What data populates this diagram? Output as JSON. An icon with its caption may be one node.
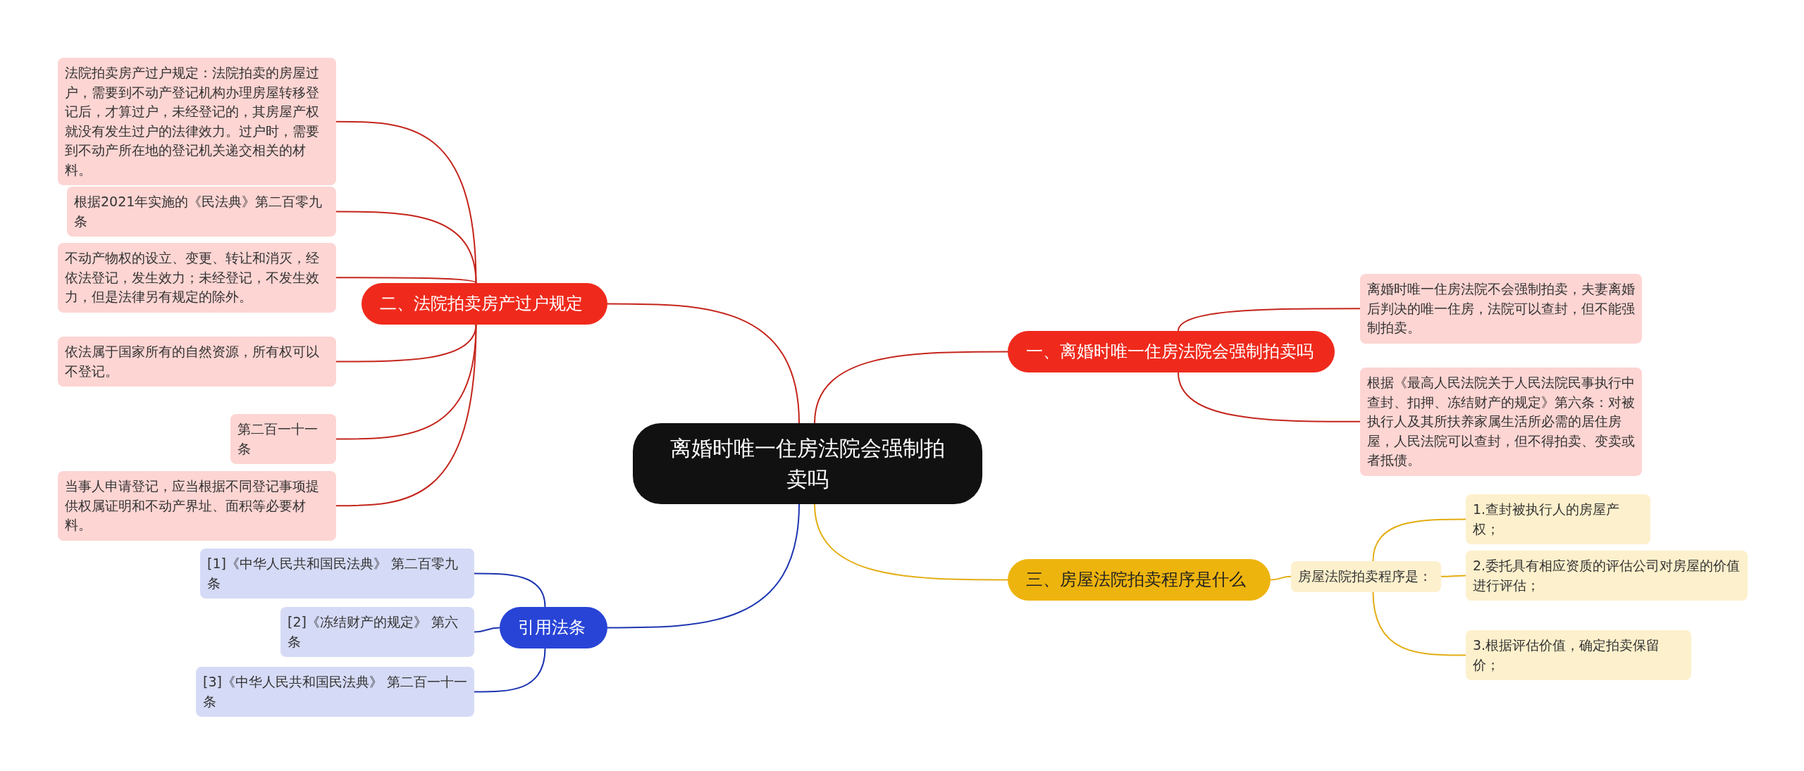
{
  "diagram": {
    "nodes": [
      {
        "text": [
          "离婚时唯一住房法院会强制拍卖吗"
        ]
      },
      {
        "text": [
          "一、离婚时唯一住房法院会强制拍卖吗"
        ]
      },
      {
        "text": [
          "离婚时唯一住房法院不会强制拍卖，夫妻离婚后判决的唯一住房，法院可以查封，但不能强制拍卖。"
        ]
      },
      {
        "text": [
          "根据《最高人民法院关于人民法院民事执行中查封、扣押、冻结财产的规定》第六条：对被执行人及其所扶养家属生活所必需的居住房屋，人民法院可以查封，但不得拍卖、变卖或者抵债。"
        ]
      },
      {
        "text": [
          "二、法院拍卖房产过户规定"
        ]
      },
      {
        "text": [
          "法院拍卖房产过户规定：法院拍卖的房屋过户，需要到不动产登记机构办理房屋转移登记后，才算过户，未经登记的，其房屋产权就没有发生过户的法律效力。过户时，需要到不动产所在地的登记机关递交相关的材料。"
        ]
      },
      {
        "text": [
          "根据2021年实施的《民法典》第二百零九条"
        ]
      },
      {
        "text": [
          "不动产物权的设立、变更、转让和消灭，经依法登记，发生效力；未经登记，不发生效力，但是法律另有规定的除外。"
        ]
      },
      {
        "text": [
          "依法属于国家所有的自然资源，所有权可以不登记。"
        ]
      },
      {
        "text": [
          "第二百一十一条"
        ]
      },
      {
        "text": [
          "当事人申请登记，应当根据不同登记事项提供权属证明和不动产界址、面积等必要材料。"
        ]
      },
      {
        "text": [
          "三、房屋法院拍卖程序是什么"
        ]
      },
      {
        "text": [
          "房屋法院拍卖程序是："
        ]
      },
      {
        "text": [
          "1.查封被执行人的房屋产权；"
        ]
      },
      {
        "text": [
          "2.委托具有相应资质的评估公司对房屋的价值进行评估；"
        ]
      },
      {
        "text": [
          "3.根据评估价值，确定拍卖保留价；"
        ]
      },
      {
        "text": [
          "引用法条"
        ]
      },
      {
        "text": [
          "[1]《中华人民共和国民法典》 第二百零九条"
        ]
      },
      {
        "text": [
          "[2]《冻结财产的规定》 第六条"
        ]
      },
      {
        "text": [
          "[3]《中华人民共和国民法典》 第二百一十一条"
        ]
      }
    ],
    "edges": [
      {
        "from": 0,
        "to": 1,
        "arrow": "none"
      },
      {
        "from": 1,
        "to": 2,
        "arrow": "none"
      },
      {
        "from": 1,
        "to": 3,
        "arrow": "none"
      },
      {
        "from": 0,
        "to": 4,
        "arrow": "none"
      },
      {
        "from": 4,
        "to": 5,
        "arrow": "none"
      },
      {
        "from": 4,
        "to": 6,
        "arrow": "none"
      },
      {
        "from": 4,
        "to": 7,
        "arrow": "none"
      },
      {
        "from": 4,
        "to": 8,
        "arrow": "none"
      },
      {
        "from": 4,
        "to": 9,
        "arrow": "none"
      },
      {
        "from": 4,
        "to": 10,
        "arrow": "none"
      },
      {
        "from": 0,
        "to": 11,
        "arrow": "none",
        "color": "#e3ad12"
      },
      {
        "from": 11,
        "to": 12,
        "arrow": "none",
        "color": "#e3ad12"
      },
      {
        "from": 12,
        "to": 13,
        "arrow": "none",
        "color": "#e3ad12"
      },
      {
        "from": 12,
        "to": 14,
        "arrow": "none",
        "color": "#e3ad12"
      },
      {
        "from": 12,
        "to": 15,
        "arrow": "none",
        "color": "#e3ad12"
      },
      {
        "from": 0,
        "to": 16,
        "arrow": "none",
        "color": "#1e36b0"
      },
      {
        "from": 16,
        "to": 17,
        "arrow": "none",
        "color": "#1e36b0"
      },
      {
        "from": 16,
        "to": 18,
        "arrow": "none",
        "color": "#1e36b0"
      },
      {
        "from": 16,
        "to": 19,
        "arrow": "none",
        "color": "#1e36b0"
      }
    ]
  }
}
